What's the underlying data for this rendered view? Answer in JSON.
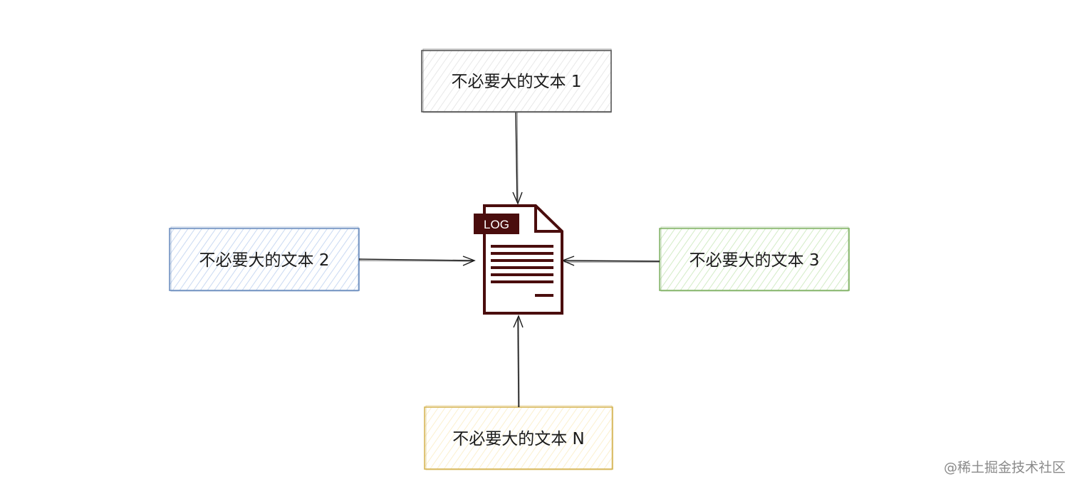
{
  "diagram": {
    "boxes": [
      {
        "id": "top",
        "label": "不必要大的文本 1",
        "stroke": "#555555",
        "fill": "#e0e0e0"
      },
      {
        "id": "left",
        "label": "不必要大的文本 2",
        "stroke": "#6c8ebf",
        "fill": "#a9c4eb"
      },
      {
        "id": "right",
        "label": "不必要大的文本 3",
        "stroke": "#82b366",
        "fill": "#b9e0a5"
      },
      {
        "id": "bottom",
        "label": "不必要大的文本 N",
        "stroke": "#d6b656",
        "fill": "#fff2cc"
      }
    ],
    "log_icon": {
      "label": "LOG",
      "color": "#4a0d0d"
    },
    "edges": [
      {
        "from": "top",
        "to": "log"
      },
      {
        "from": "left",
        "to": "log"
      },
      {
        "from": "right",
        "to": "log"
      },
      {
        "from": "bottom",
        "to": "log"
      }
    ]
  },
  "watermark": "@稀土掘金技术社区"
}
